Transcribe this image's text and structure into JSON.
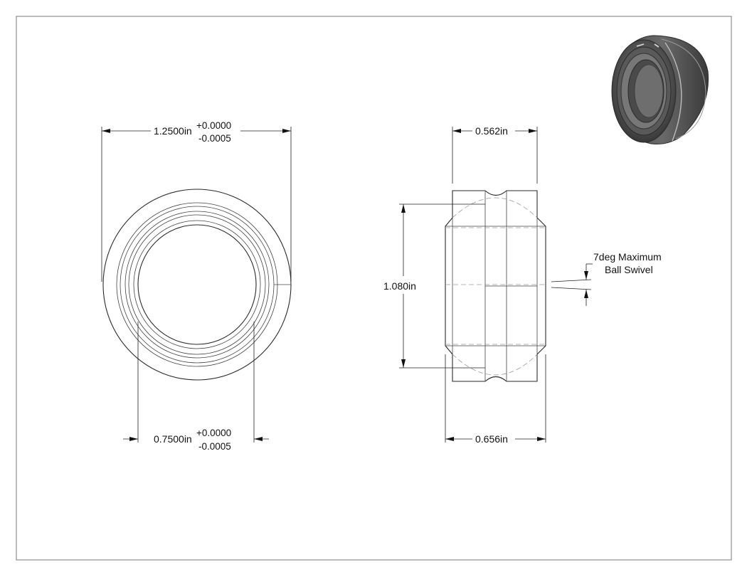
{
  "dimensions": {
    "outer_diameter": {
      "value": "1.2500in",
      "tol_plus": "+0.0000",
      "tol_minus": "-0.0005"
    },
    "bore_diameter": {
      "value": "0.7500in",
      "tol_plus": "+0.0000",
      "tol_minus": "-0.0005"
    },
    "inner_width": {
      "value": "0.562in"
    },
    "ball_diameter": {
      "value": "1.080in"
    },
    "outer_width": {
      "value": "0.656in"
    }
  },
  "notes": {
    "swivel_line1": "7deg Maximum",
    "swivel_line2": "Ball Swivel"
  },
  "colors": {
    "line": "#2a2a2a",
    "hidden_line": "#9a9a9a",
    "render_dark": "#3c3c3c",
    "render_mid": "#6a6a6a",
    "render_light": "#8e8e8e"
  },
  "icons": {
    "bearing_render": "spherical-plain-bearing-3d-render"
  }
}
